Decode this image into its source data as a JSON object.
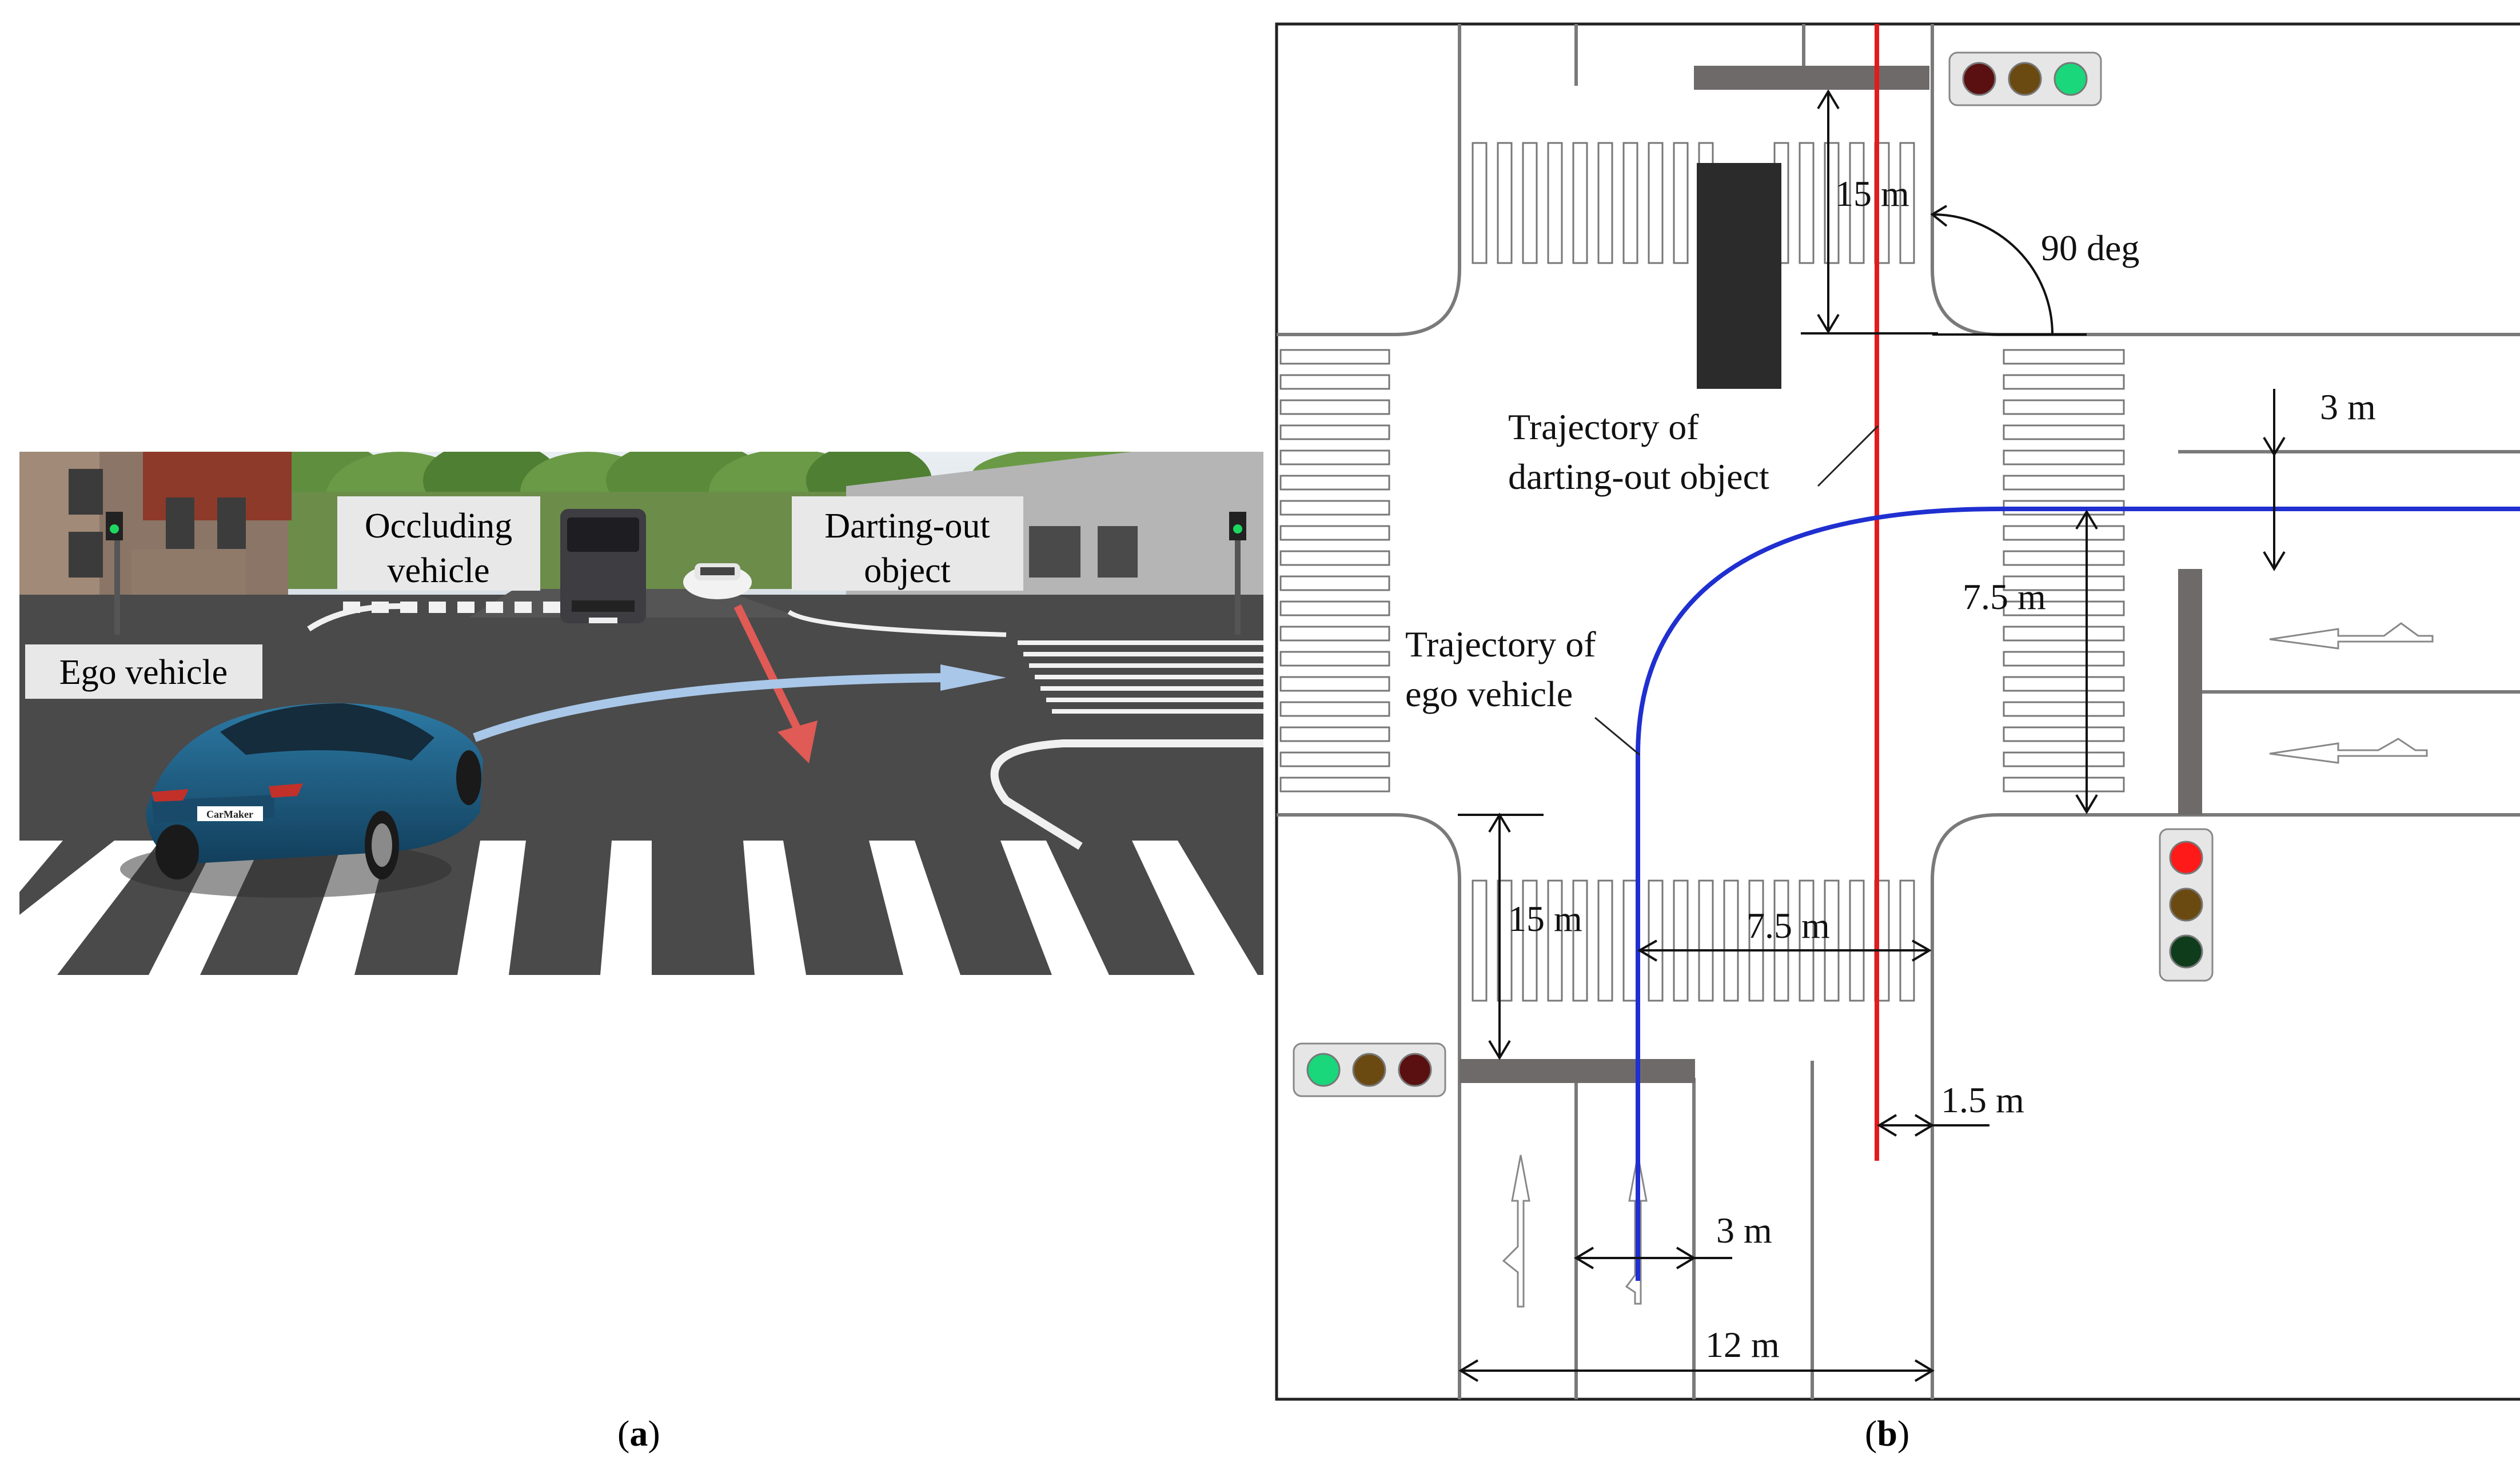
{
  "panel_a": {
    "caption_label": "a",
    "scene_labels": {
      "occluding_line1": "Occluding",
      "occluding_line2": "vehicle",
      "darting_line1": "Darting-out",
      "darting_line2": "object",
      "ego": "Ego vehicle",
      "car_plate": "CarMaker"
    },
    "colors": {
      "ego_path": "#a9c7e8",
      "darting_arrow": "#e05a56",
      "road": "#4a4a4a",
      "ego_car": "#1e5f86"
    }
  },
  "panel_b": {
    "caption_label": "b",
    "texts": {
      "traj_dart_line1": "Trajectory of",
      "traj_dart_line2": "darting-out object",
      "traj_ego_line1": "Trajectory of",
      "traj_ego_line2": "ego vehicle",
      "dim_15m_top": "15 m",
      "dim_90deg": "90 deg",
      "dim_3m_right": "3 m",
      "dim_7_5m_right": "7.5 m",
      "dim_15m_bottom": "15 m",
      "dim_7_5m_bottom": "7.5 m",
      "dim_1_5m": "1.5 m",
      "dim_3m_bottom": "3 m",
      "dim_12m": "12 m"
    },
    "traffic_lights": [
      {
        "id": "top",
        "states": [
          "#5a0f10",
          "#6b4a12",
          "#19d77a"
        ]
      },
      {
        "id": "right",
        "states": [
          "#ff1a1a",
          "#6b4a12",
          "#0f3d1c"
        ]
      },
      {
        "id": "bottom-left",
        "states": [
          "#19d77a",
          "#6b4a12",
          "#5a0f10"
        ]
      }
    ],
    "colors": {
      "ego_trajectory": "#1f2fd0",
      "darting_trajectory": "#e31b1b",
      "stop_line": "#6e6a6a"
    }
  }
}
